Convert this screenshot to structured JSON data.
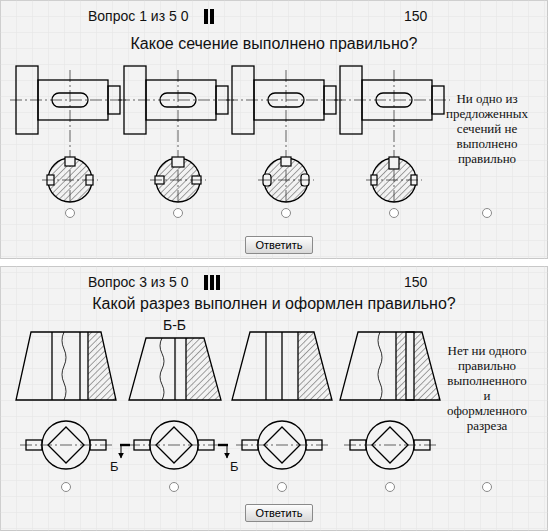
{
  "diagram": {
    "nodes": [
      {
        "text": [
          "Вопрос 1 из 5 0",
          "150",
          "Какое сечение выполнено правильно?"
        ]
      },
      {
        "text": [
          "Ответить"
        ],
        "in": 0
      },
      {
        "text": [
          "Вопрос 3 из 5 0",
          "150",
          "Какой разрез выполнен и оформлен правильно?"
        ]
      },
      {
        "text": [
          "Ответить"
        ],
        "in": 2
      }
    ],
    "labels": [
      "Ни одно из предложенных сечений не выполнено правильно",
      "Б-Б",
      "Б",
      "Б",
      "Нет ни одного правильно выполненного и оформленного разреза"
    ]
  }
}
